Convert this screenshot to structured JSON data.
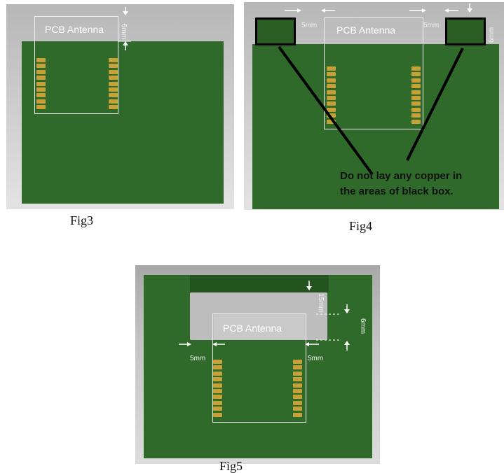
{
  "figures": [
    {
      "caption": "Fig3",
      "antenna_label": "PCB Antenna",
      "dims": {
        "clearance": "6mm"
      }
    },
    {
      "caption": "Fig4",
      "antenna_label": "PCB Antenna",
      "dims": {
        "left": "5mm",
        "right": "5mm",
        "clearance": "6mm"
      },
      "note": [
        "Do not lay any copper in",
        "the areas of black box."
      ]
    },
    {
      "caption": "Fig5",
      "antenna_label": "PCB Antenna",
      "dims": {
        "top": "15mm",
        "clearance": "6mm",
        "left": "5mm",
        "right": "5mm"
      }
    }
  ],
  "colors": {
    "board": "#2f6a2a",
    "pin": "#c8a038",
    "outline": "#f0f0f0"
  }
}
